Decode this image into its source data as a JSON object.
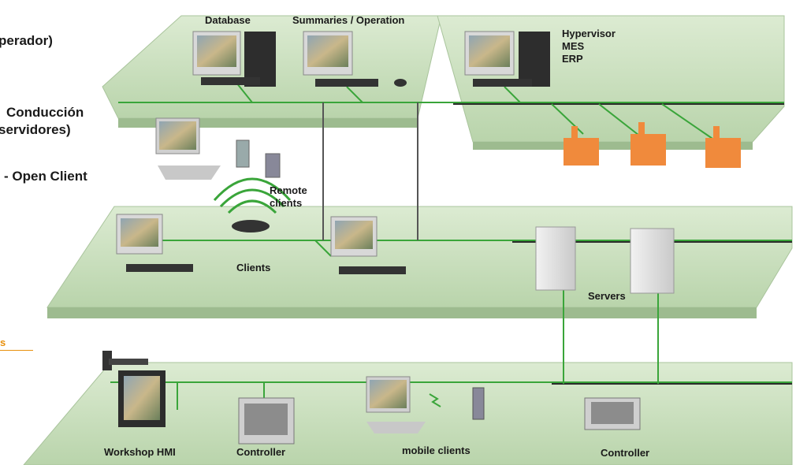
{
  "left_text": {
    "line1": "perador)",
    "line2": "Conducción",
    "line3": "servidores)",
    "line4": "- Open Client",
    "orange_fragment": "s"
  },
  "top_level": {
    "database": "Database",
    "summaries": "Summaries / Operation",
    "hypervisor": "Hypervisor",
    "mes": "MES",
    "erp": "ERP"
  },
  "middle_level": {
    "remote_clients_line1": "Remote",
    "remote_clients_line2": "clients",
    "clients": "Clients",
    "servers": "Servers"
  },
  "bottom_level": {
    "workshop_hmi": "Workshop HMI",
    "controller_1": "Controller",
    "mobile_clients": "mobile clients",
    "controller_2": "Controller"
  },
  "colors": {
    "platform": "#cfe2c4",
    "network_line": "#3aa53a",
    "backbone": "#2b2b2b",
    "factory": "#f08a3c",
    "orange_text": "#e8900c"
  }
}
